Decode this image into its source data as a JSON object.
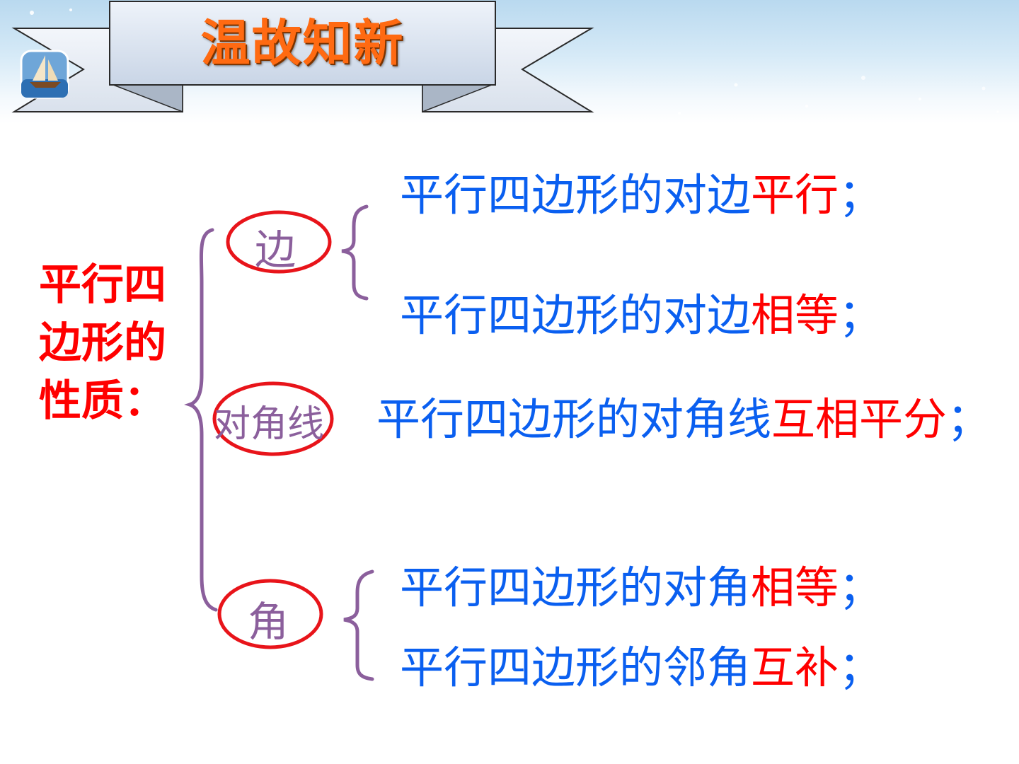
{
  "header": {
    "title": "温故知新"
  },
  "concept": {
    "label": "平行四\n边形的\n性质："
  },
  "categories": {
    "side": "边",
    "diagonal": "对角线",
    "angle": "角"
  },
  "properties": {
    "side_parallel": {
      "prefix": "平行四边形的对边",
      "keyword": "平行",
      "suffix": "；"
    },
    "side_equal": {
      "prefix": "平行四边形的对边",
      "keyword": "相等",
      "suffix": "；"
    },
    "diagonal_bisect": {
      "prefix": "平行四边形的对角线",
      "keyword": "互相平分",
      "suffix": "；"
    },
    "angle_equal": {
      "prefix": "平行四边形的对角",
      "keyword": "相等",
      "suffix": "；"
    },
    "angle_supplementary": {
      "prefix": "平行四边形的邻角",
      "keyword": "互补",
      "suffix": "；"
    }
  },
  "colors": {
    "title": "#ff6a12",
    "concept": "#ff0000",
    "category_text": "#8b5f9c",
    "circle": "#e8141a",
    "bracket": "#8b5f9c",
    "property_text": "#0a5ff0",
    "keyword": "#ff0000"
  }
}
